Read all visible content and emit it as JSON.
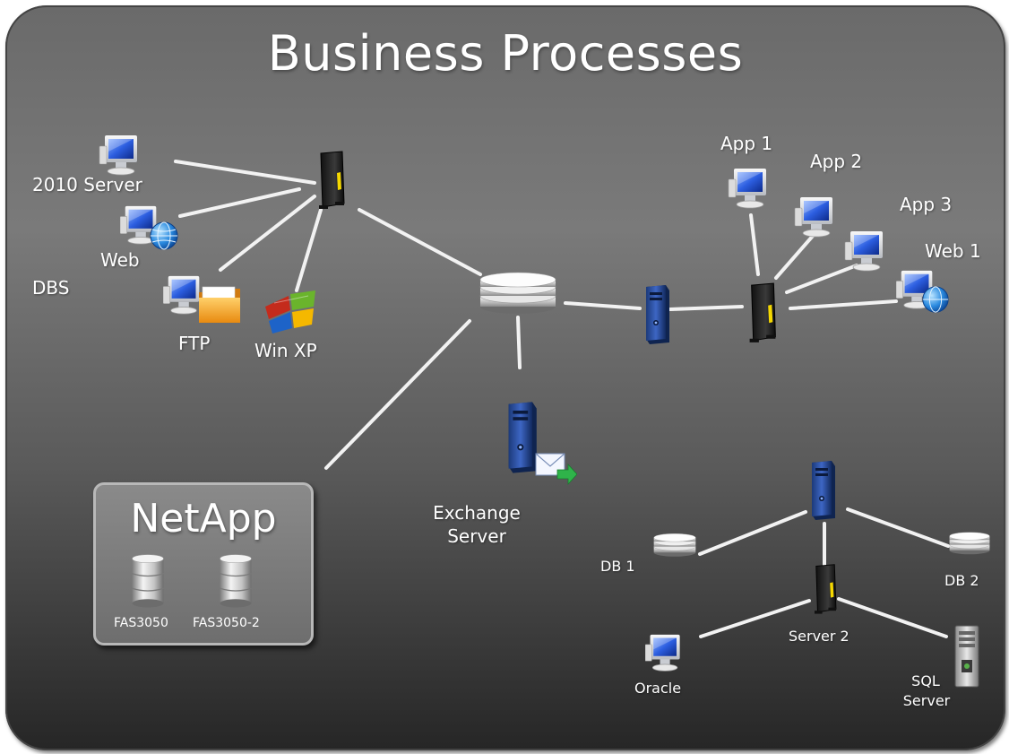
{
  "title": "Business Processes",
  "colors": {
    "background_top": "#7a7a7a",
    "background_bottom": "#262626",
    "link": "#f2f2f2",
    "text": "#ffffff",
    "server_blue": "#2e4f9a",
    "folder_orange": "#f0a020"
  },
  "labels": {
    "server_2010": "2010 Server",
    "web": "Web",
    "dbs": "DBS",
    "ftp": "FTP",
    "winxp": "Win XP",
    "app1": "App 1",
    "app2": "App 2",
    "app3": "App 3",
    "web1": "Web 1",
    "exchange_line1": "Exchange",
    "exchange_line2": "Server",
    "db1": "DB 1",
    "db2": "DB 2",
    "server2": "Server 2",
    "oracle": "Oracle",
    "sql_line1": "SQL",
    "sql_line2": "Server"
  },
  "netapp": {
    "title": "NetApp",
    "fas1": "FAS3050",
    "fas2": "FAS3050-2"
  },
  "icons": {
    "server_2010": "monitor-icon",
    "web": "monitor-globe-icon",
    "ftp": "monitor-folder-icon",
    "winxp": "windows-logo-icon",
    "left_router": "router-icon",
    "hub_storage": "storage-disk-icon",
    "middle_tower": "tower-server-icon",
    "right_router": "router-icon",
    "exchange": "tower-mail-icon",
    "bottom_tower": "tower-server-icon",
    "db1": "storage-disk-icon",
    "db2": "storage-disk-icon",
    "server2": "router-icon",
    "oracle": "monitor-icon",
    "sql": "tower-server-icon",
    "fas": "database-cylinder-icon"
  }
}
